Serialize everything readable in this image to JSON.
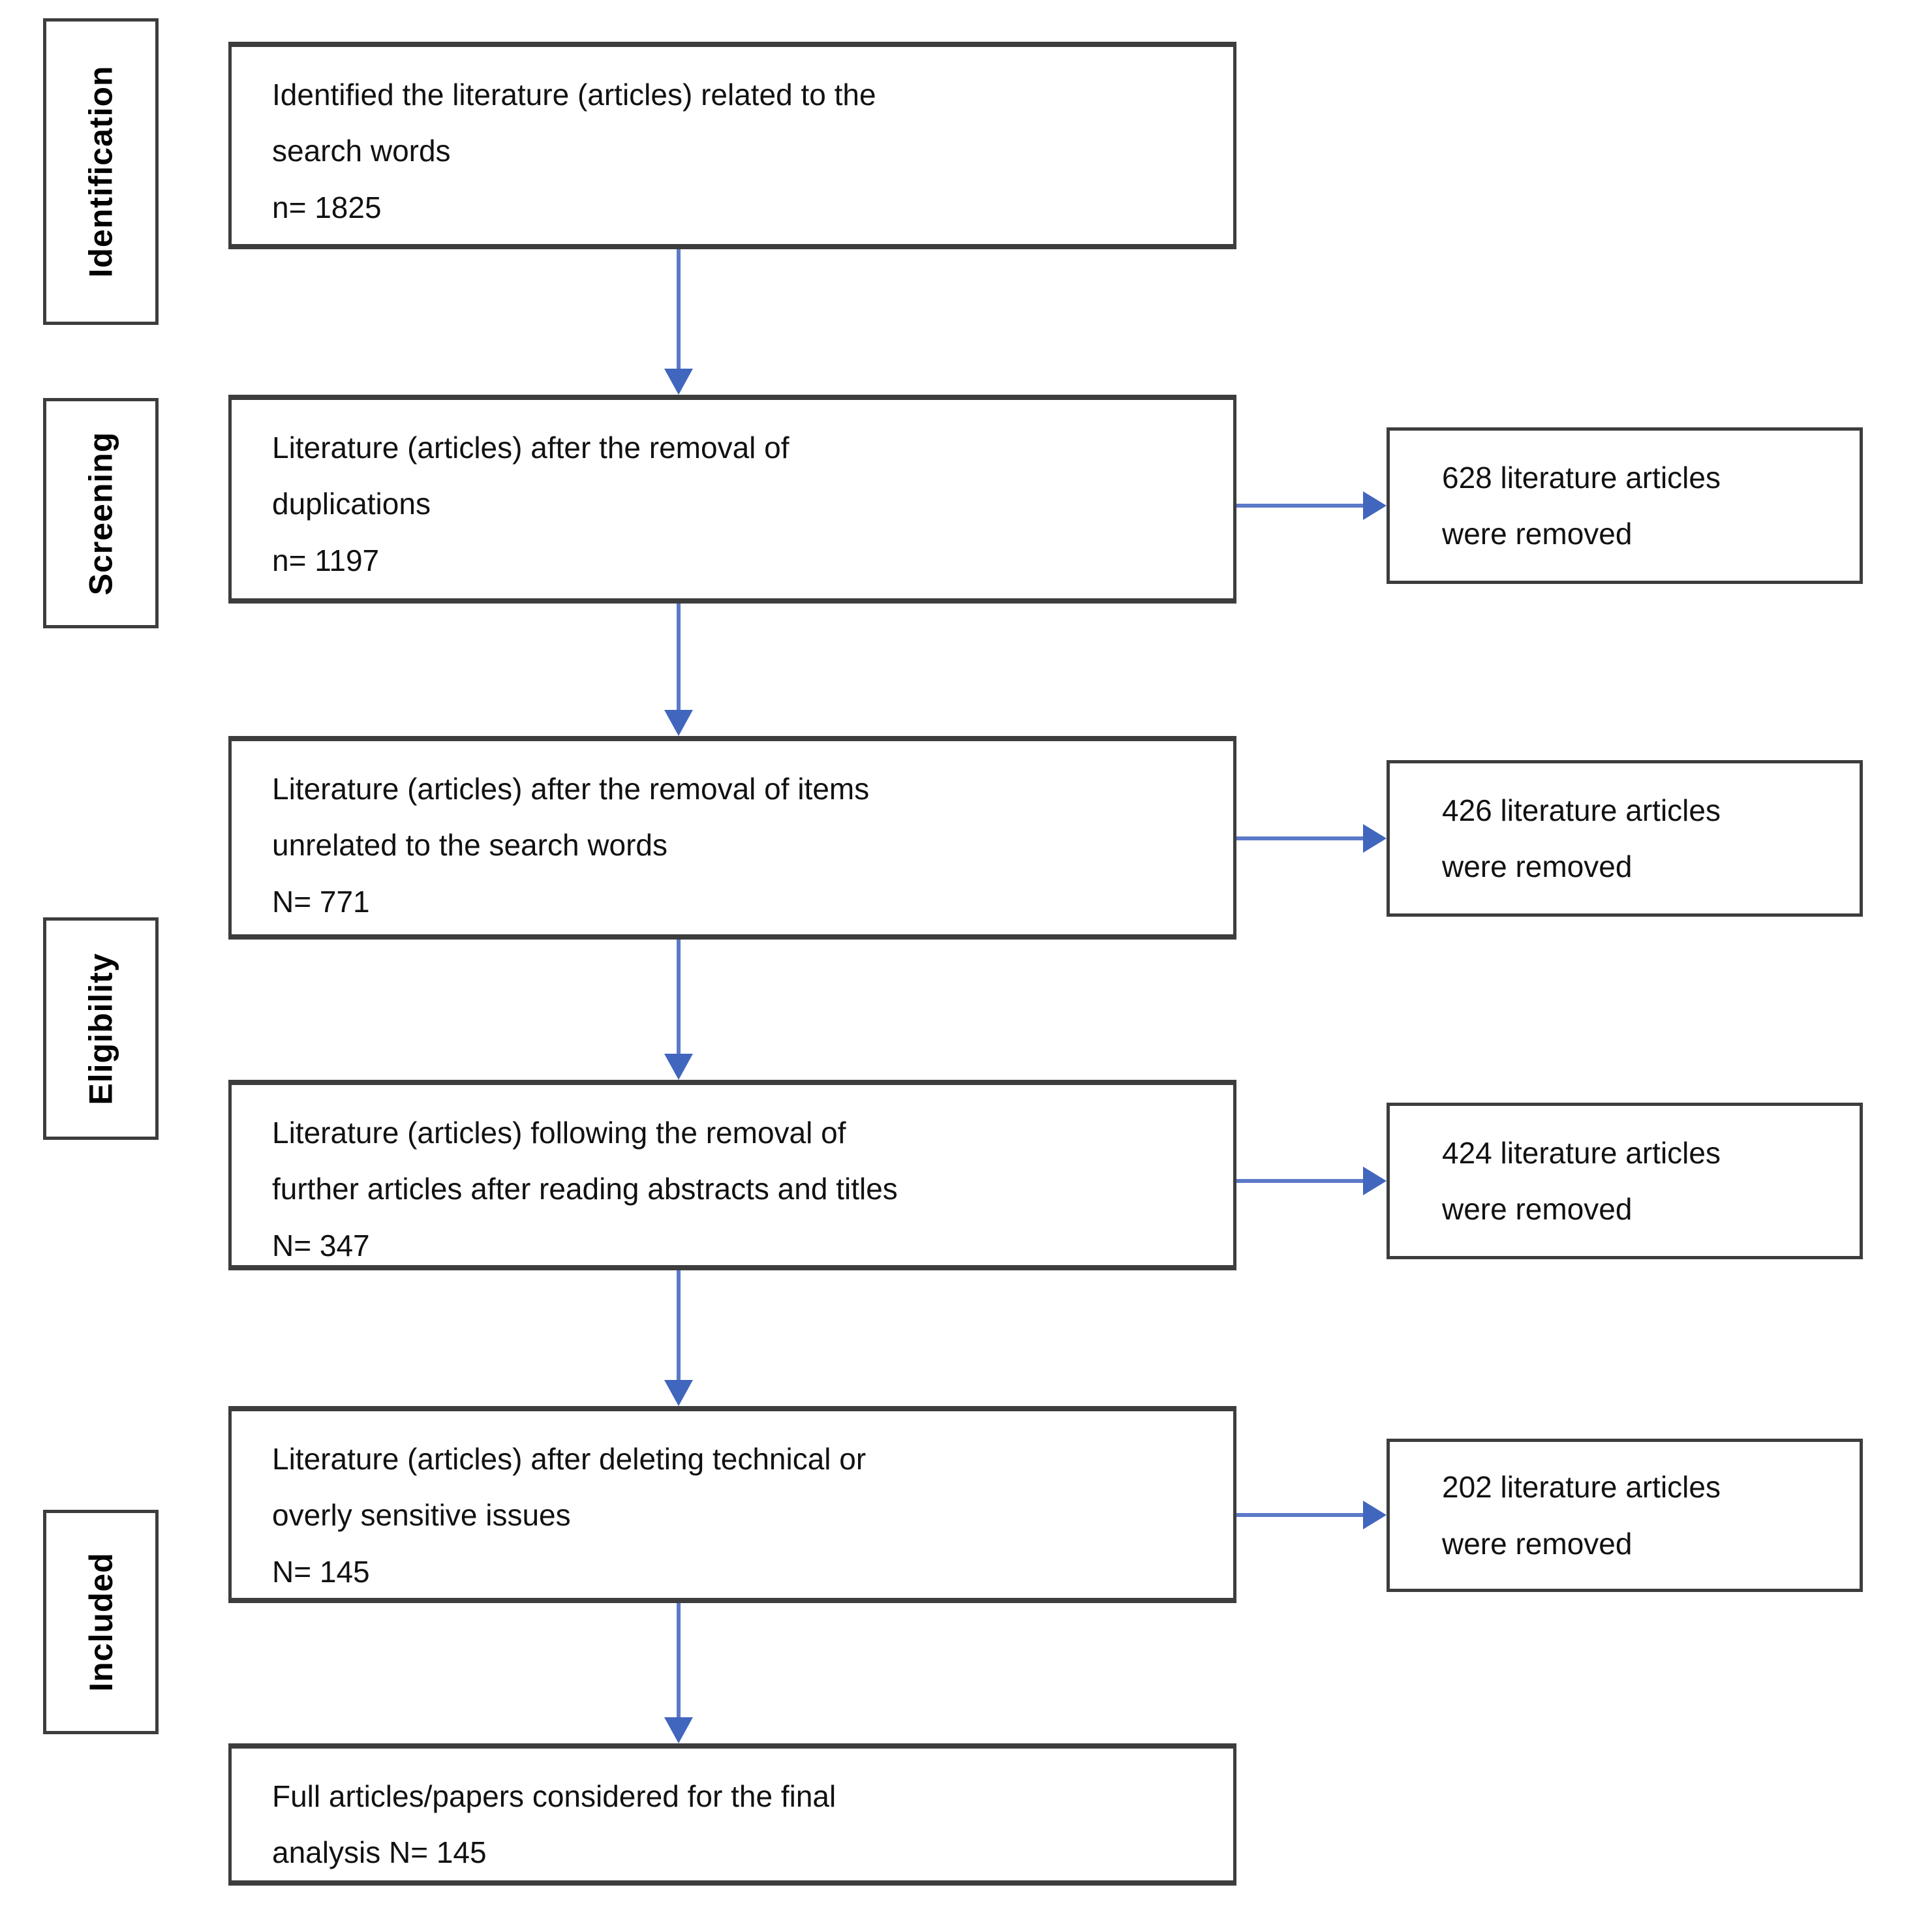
{
  "figure": {
    "type": "prisma_literature_flow_diagram",
    "stages": [
      {
        "label": "Identification"
      },
      {
        "label": "Screening"
      },
      {
        "label": "Eligibility"
      },
      {
        "label": "Included"
      }
    ],
    "flow_boxes": [
      {
        "text": "Identified the literature (articles) related to the\nsearch words",
        "count": "n= 1825"
      },
      {
        "text": "Literature (articles) after the removal of\nduplications",
        "count": "n= 1197"
      },
      {
        "text": "Literature (articles) after the removal of items\nunrelated to the search words",
        "count": "N= 771"
      },
      {
        "text": "Literature (articles) following the removal of\nfurther articles after reading abstracts and titles",
        "count": "N= 347"
      },
      {
        "text": "Literature (articles) after deleting technical or\noverly sensitive issues",
        "count": "N= 145"
      },
      {
        "text": "Full articles/papers considered for the final\nanalysis N= 145",
        "count": ""
      }
    ],
    "removal_boxes": [
      {
        "text": "628 literature articles\nwere removed"
      },
      {
        "text": "426 literature articles\nwere removed"
      },
      {
        "text": "424 literature articles\nwere removed"
      },
      {
        "text": "202 literature articles\nwere removed"
      }
    ],
    "colors": {
      "arrow_shaft": "#5b7ac8",
      "arrow_head": "#4166be",
      "border": "#3d3d3d",
      "text": "#111111",
      "background": "#ffffff"
    }
  }
}
